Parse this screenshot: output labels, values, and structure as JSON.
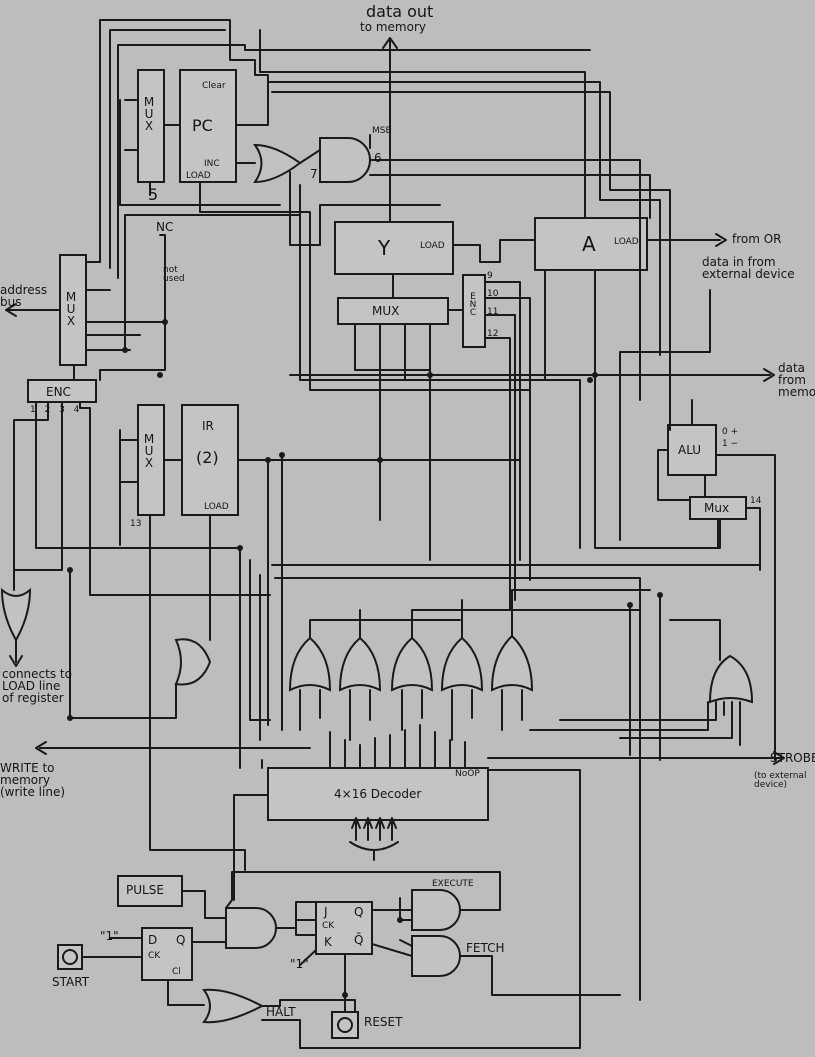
{
  "labels": {
    "data_out": "data out",
    "to_memory": "to memory",
    "mux_pc": "MUX",
    "pc": "PC",
    "clear": "Clear",
    "inc": "INC",
    "load": "LOAD",
    "msb": "MSB",
    "six": "6",
    "seven": "7",
    "five": "5",
    "nc": "NC",
    "not_used": "not used",
    "address_bus": "address bus",
    "mux_addr": "MUX",
    "enc": "ENC",
    "y": "Y",
    "a": "A",
    "from_or": "from OR",
    "data_in_ext": "data in from external device",
    "mux_y": "MUX",
    "enc_y": "ENC",
    "n9": "9",
    "n10": "10",
    "n11": "11",
    "n12": "12",
    "data_from_mem": "data from memory",
    "mux_ir": "MUX",
    "ir": "IR",
    "ir_two": "(2)",
    "thirteen": "13",
    "alu": "ALU",
    "alu_ops": "0 +",
    "alu_ops2": "1 −",
    "mux_alu": "Mux",
    "fourteen": "14",
    "enc_pins": "1 2 3 4",
    "connects": "connects to LOAD line of register",
    "write": "WRITE to memory (write line)",
    "strobe": "STROBE",
    "strobe_sub": "(to external device)",
    "decoder": "4×16 Decoder",
    "noop": "NoOP",
    "pulse": "PULSE",
    "execute": "EXECUTE",
    "fetch": "FETCH",
    "one_a": "\"1\"",
    "one_b": "\"1\"",
    "d": "D",
    "q": "Q",
    "ck": "CK",
    "cl": "Cl",
    "j": "J",
    "k": "K",
    "qbar": "Q̄",
    "start": "START",
    "halt": "HALT",
    "reset": "RESET"
  }
}
